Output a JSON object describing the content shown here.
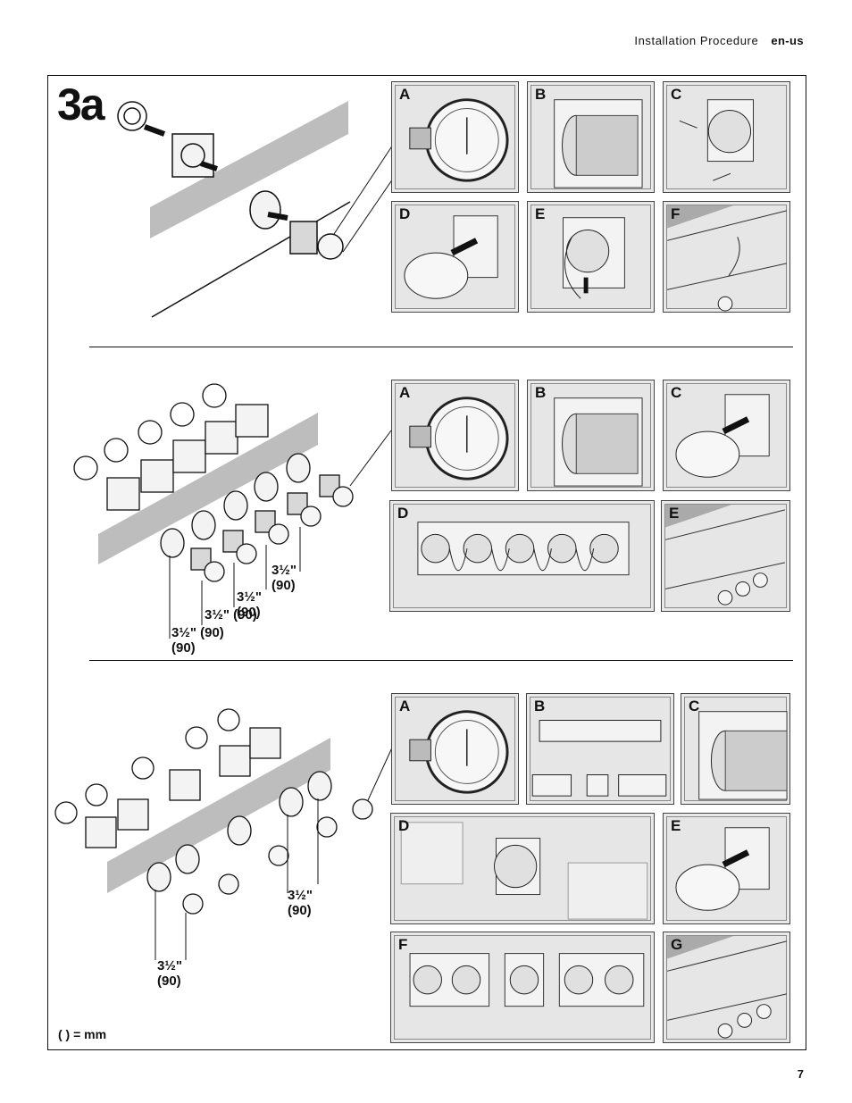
{
  "header": {
    "title": "Installation Procedure",
    "lang": "en-us"
  },
  "step_label": "3a",
  "sections": [
    {
      "panels": [
        "A",
        "B",
        "C",
        "D",
        "E",
        "F"
      ]
    },
    {
      "panels": [
        "A",
        "B",
        "C",
        "D",
        "E"
      ],
      "dims": [
        "3½\"\n(90)",
        "3½\"\n(90)",
        "3½\" (90)",
        "3½\" (90)"
      ]
    },
    {
      "panels": [
        "A",
        "B",
        "C",
        "D",
        "E",
        "F",
        "G"
      ],
      "dims": [
        "3½\"\n(90)",
        "3½\"\n(90)"
      ]
    }
  ],
  "dim_a": "3½\"",
  "dim_b": "(90)",
  "dim_c": "3½\" (90)",
  "footnote": "( ) = mm",
  "page_number": "7"
}
